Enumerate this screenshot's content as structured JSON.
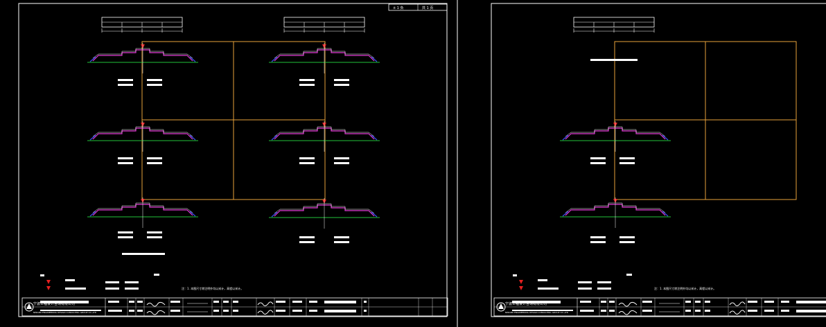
{
  "sheets": [
    {
      "id": "left",
      "top_right_box": [
        "± 1 负",
        "共 1 页"
      ],
      "note": "注：1. 本图尺寸除注明外均以米计，高程以米计。",
      "company": "宁波工程设计咨询有限公司",
      "company_en": "NINGBO ENGINEERING DESIGN CONSULTING GROUP CO.,LTD"
    },
    {
      "id": "right",
      "note": "注：1. 本图尺寸除注明外均以米计，高程以米计。",
      "company": "宁波工程设计咨询有限公司",
      "company_en": "NINGBO ENGINEERING DESIGN CONSULTING GROUP CO.,LTD"
    }
  ],
  "colors": {
    "background": "#000000",
    "line": "#ffffff",
    "frame_orange": "#e8a23a",
    "pavement_magenta": "#e23ad6",
    "ground_green": "#22c43a",
    "slope_blue": "#3a4de8",
    "marker_red": "#e82020"
  }
}
